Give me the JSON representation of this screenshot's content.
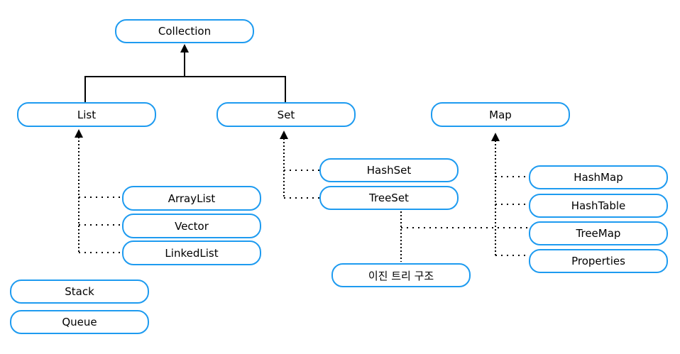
{
  "diagram": {
    "nodes": {
      "collection": "Collection",
      "list": "List",
      "set": "Set",
      "map": "Map",
      "arraylist": "ArrayList",
      "vector": "Vector",
      "linkedlist": "LinkedList",
      "hashset": "HashSet",
      "treeset": "TreeSet",
      "hashmap": "HashMap",
      "hashtable": "HashTable",
      "treemap": "TreeMap",
      "properties": "Properties",
      "binary_tree": "이진 트리 구조",
      "stack": "Stack",
      "queue": "Queue"
    },
    "edges": [
      {
        "from": "List",
        "to": "Collection",
        "style": "solid-arrow"
      },
      {
        "from": "Set",
        "to": "Collection",
        "style": "solid-arrow"
      },
      {
        "from": "ArrayList",
        "to": "List",
        "style": "dotted-arrow"
      },
      {
        "from": "Vector",
        "to": "List",
        "style": "dotted-arrow"
      },
      {
        "from": "LinkedList",
        "to": "List",
        "style": "dotted-arrow"
      },
      {
        "from": "HashSet",
        "to": "Set",
        "style": "dotted-arrow"
      },
      {
        "from": "TreeSet",
        "to": "Set",
        "style": "dotted-arrow"
      },
      {
        "from": "HashMap",
        "to": "Map",
        "style": "dotted-arrow"
      },
      {
        "from": "HashTable",
        "to": "Map",
        "style": "dotted-arrow"
      },
      {
        "from": "TreeMap",
        "to": "Map",
        "style": "dotted-arrow"
      },
      {
        "from": "Properties",
        "to": "Map",
        "style": "dotted-arrow"
      },
      {
        "from": "이진 트리 구조",
        "to": "TreeSet",
        "style": "dotted"
      },
      {
        "from": "이진 트리 구조",
        "to": "TreeMap",
        "style": "dotted"
      }
    ],
    "colors": {
      "node_border": "#1e9bf0",
      "node_background": "#ffffff",
      "edge": "#000000",
      "text": "#000000",
      "background": "#ffffff"
    }
  }
}
